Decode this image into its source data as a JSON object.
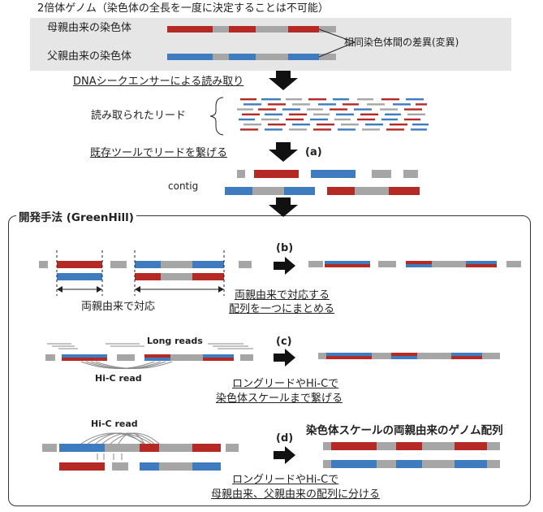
{
  "colors": {
    "red": "#b52a24",
    "blue": "#3f7bbf",
    "gray": "#a6a6a6",
    "panel_gray": "#e6e6e6",
    "arrow": "#111111"
  },
  "genome": {
    "title": "2倍体ゲノム（染色体の全長を一度に決定することは不可能）",
    "maternal_label": "母親由来の染色体",
    "paternal_label": "父親由来の染色体",
    "variation_label": "相同染色体間の差異(変異)"
  },
  "step_sequencing": {
    "label": "DNAシークエンサーによる読み取り",
    "reads_label": "読み取られたリード"
  },
  "step_contig": {
    "label": "既存ツールでリードを繋げる",
    "tag": "(a)",
    "contig_label": "contig"
  },
  "method": {
    "title": "開発手法 (GreenHill)",
    "b": {
      "tag": "(b)",
      "pair_label": "両親由来で対応",
      "caption_line1": "両親由来で対応する",
      "caption_line2": "配列を一つにまとめる"
    },
    "c": {
      "tag": "(c)",
      "long_reads_label": "Long reads",
      "hic_label": "Hi-C read",
      "caption_line1": "ロングリードやHi-Cで",
      "caption_line2": "染色体スケールまで繋げる"
    },
    "d": {
      "tag": "(d)",
      "hic_label": "Hi-C read",
      "result_title": "染色体スケールの両親由来のゲノム配列",
      "caption_line1": "ロングリードやHi-Cで",
      "caption_line2": "母親由来、父親由来の配列に分ける"
    }
  }
}
